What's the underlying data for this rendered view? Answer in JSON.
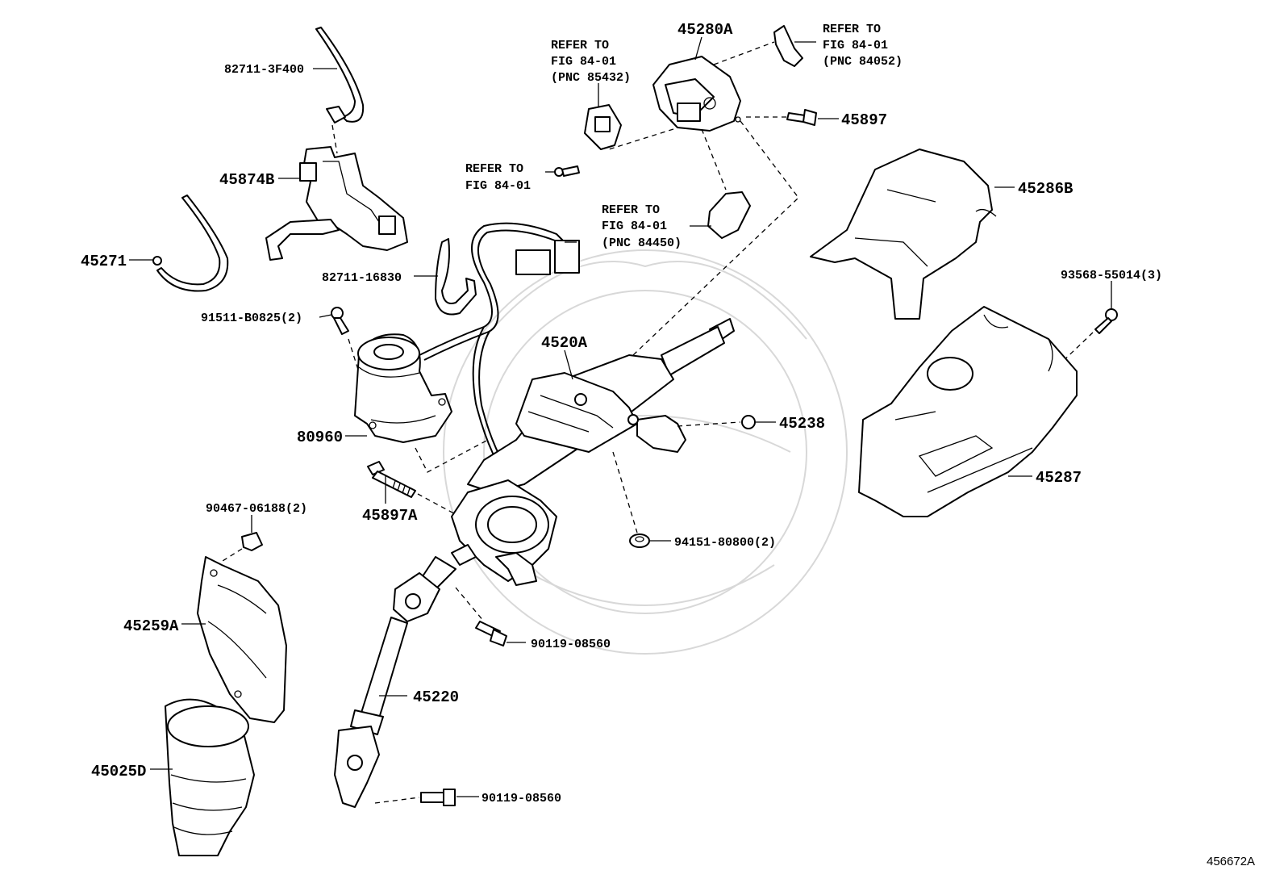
{
  "labels": {
    "p_82711_3F400": "82711-3F400",
    "p_45874B": "45874B",
    "p_45271": "45271",
    "p_82711_16830": "82711-16830",
    "p_91511_B0825": "91511-B0825(2)",
    "p_80960": "80960",
    "p_45897A": "45897A",
    "p_90467_06188": "90467-06188(2)",
    "p_45259A": "45259A",
    "p_45025D": "45025D",
    "p_45220": "45220",
    "p_90119_08560_a": "90119-08560",
    "p_90119_08560_b": "90119-08560",
    "p_94151_80800": "94151-80800(2)",
    "p_45238": "45238",
    "p_4520A": "4520A",
    "p_45280A": "45280A",
    "p_45897": "45897",
    "p_45286B": "45286B",
    "p_93568_55014": "93568-55014(3)",
    "p_45287": "45287"
  },
  "references": {
    "ref_85432": [
      "REFER TO",
      "FIG 84-01",
      "(PNC 85432)"
    ],
    "ref_84052": [
      "REFER TO",
      "FIG 84-01",
      "(PNC 84052)"
    ],
    "ref_screw": [
      "REFER TO",
      "FIG 84-01"
    ],
    "ref_84450": [
      "REFER TO",
      "FIG 84-01",
      "(PNC 84450)"
    ]
  },
  "figure_number": "456672A"
}
